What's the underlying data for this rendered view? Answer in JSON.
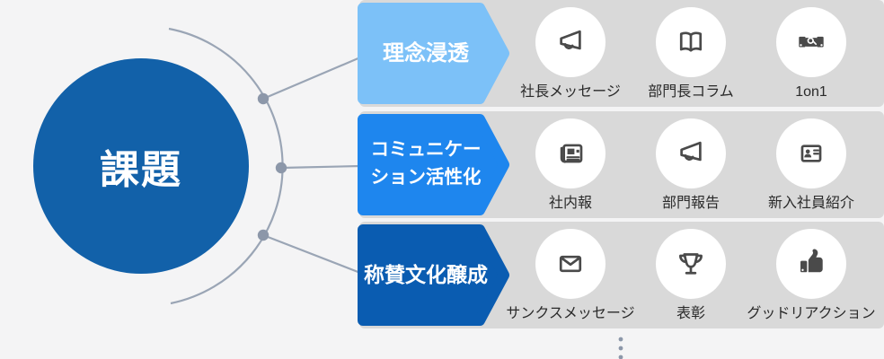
{
  "colors": {
    "page_bg": "#f4f4f5",
    "row_bg": "#d9d9d9",
    "circle": "#1261a9",
    "arrow_1": "#7cc1f8",
    "arrow_2": "#1e86ee",
    "arrow_3": "#0a5cb1",
    "connector": "#9aa5b5",
    "dot": "#8c97a9",
    "icon": "#4a4a4a",
    "label_text": "#2a2a2a"
  },
  "circle": {
    "label": "課題"
  },
  "rows": [
    {
      "category": "理念浸透",
      "items": [
        {
          "icon": "megaphone-icon",
          "label": "社長メッセージ"
        },
        {
          "icon": "book-icon",
          "label": "部門長コラム"
        },
        {
          "icon": "handshake-icon",
          "label": "1on1"
        }
      ]
    },
    {
      "category": "コミュニケー\nション活性化",
      "items": [
        {
          "icon": "newspaper-icon",
          "label": "社内報"
        },
        {
          "icon": "megaphone-icon",
          "label": "部門報告"
        },
        {
          "icon": "id-card-icon",
          "label": "新入社員紹介"
        }
      ]
    },
    {
      "category": "称賛文化醸成",
      "items": [
        {
          "icon": "envelope-icon",
          "label": "サンクスメッセージ"
        },
        {
          "icon": "trophy-icon",
          "label": "表彰"
        },
        {
          "icon": "thumbs-up-icon",
          "label": "グッドリアクション"
        }
      ]
    }
  ],
  "continuation": {
    "style": "vertical-dots",
    "count": 3
  }
}
